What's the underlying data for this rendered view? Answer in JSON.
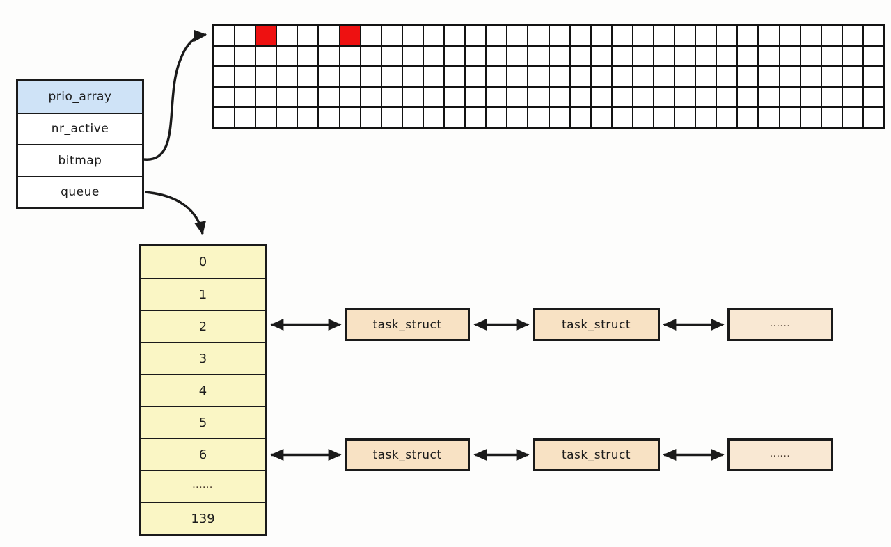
{
  "struct_box": {
    "rows": [
      {
        "label": "prio_array",
        "highlight": true
      },
      {
        "label": "nr_active",
        "highlight": false
      },
      {
        "label": "bitmap",
        "highlight": false
      },
      {
        "label": "queue",
        "highlight": false
      }
    ],
    "header_color": "#cfe3f7"
  },
  "bitmap_grid": {
    "columns": 32,
    "rows": 5,
    "marked_cells": [
      [
        0,
        2
      ],
      [
        0,
        6
      ]
    ],
    "marked_color": "#ee1111"
  },
  "queue_array": {
    "cells": [
      "0",
      "1",
      "2",
      "3",
      "4",
      "5",
      "6",
      "......",
      "139"
    ],
    "fill_color": "#faf6c5"
  },
  "task_rows": [
    {
      "boxes": [
        {
          "label": "task_struct"
        },
        {
          "label": "task_struct"
        },
        {
          "label": "......"
        }
      ]
    },
    {
      "boxes": [
        {
          "label": "task_struct"
        },
        {
          "label": "task_struct"
        },
        {
          "label": "......"
        }
      ]
    }
  ],
  "colors": {
    "line": "#1a1a1a",
    "task_box_fill": "#f8e2c4",
    "dots_box_fill": "#f9e8d3"
  }
}
